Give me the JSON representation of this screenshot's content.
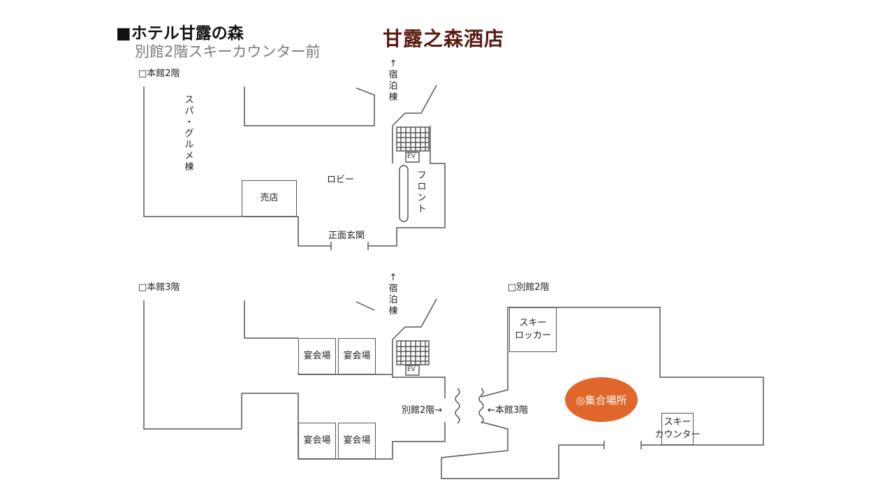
{
  "header": {
    "title": "■ホテル甘露の森",
    "subtitle": "別館2階スキーカウンター前",
    "logo_text": "甘露之森酒店"
  },
  "floors": {
    "main_2f": {
      "label": "□本館2階",
      "spa_gourmet_label": [
        "ス",
        "パ",
        "・",
        "グ",
        "ル",
        "メ",
        "棟"
      ],
      "lodging_label": [
        "↑",
        "宿",
        "泊",
        "棟"
      ],
      "lobby": "ロビー",
      "front_desk": [
        "フ",
        "ロ",
        "ン",
        "ト"
      ],
      "shop": "売店",
      "entrance": "正面玄関",
      "elevator": "EV"
    },
    "main_3f": {
      "label": "□本館3階",
      "lodging_label": [
        "↑",
        "宿",
        "泊",
        "棟"
      ],
      "banquet_hall": "宴会場",
      "elevator": "EV",
      "to_annex_2f": "別館2階→"
    },
    "annex_2f": {
      "label": "□別館2階",
      "to_main_3f": "←本館3階",
      "ski_locker": [
        "スキー",
        "ロッカー"
      ],
      "ski_counter": [
        "スキー",
        "カウンター"
      ],
      "meeting_point": "◎集合場所"
    }
  },
  "colors": {
    "meeting_point": "#e0662a",
    "logo": "#5a1a10",
    "subtitle": "#7a7a7a",
    "lines": "#555555"
  }
}
